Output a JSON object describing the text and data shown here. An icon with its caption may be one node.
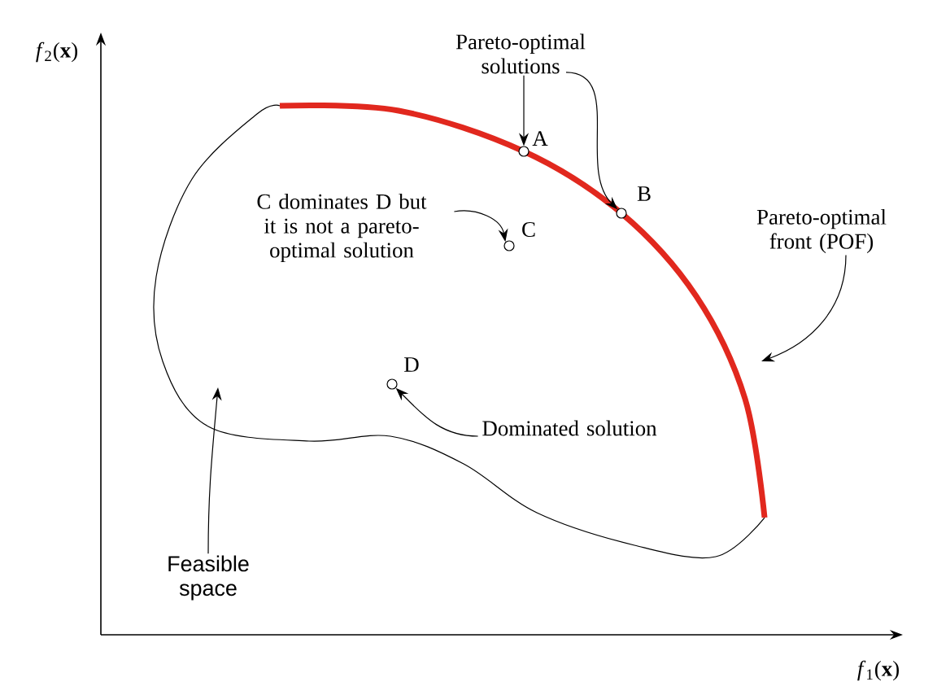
{
  "diagram": {
    "nodes": [
      {
        "text": [
          "Pareto-optimal solutions"
        ]
      },
      {
        "text": [],
        "shape": "circle",
        "beside": [
          "A"
        ]
      },
      {
        "text": [],
        "shape": "circle",
        "beside": [
          "B"
        ]
      },
      {
        "text": [
          "C dominates D but it is not a pareto-optimal solution"
        ]
      },
      {
        "text": [],
        "shape": "circle",
        "beside": [
          "C"
        ]
      },
      {
        "text": [],
        "shape": "circle",
        "beside": [
          "D"
        ]
      },
      {
        "text": [
          "Dominated solution"
        ]
      },
      {
        "text": [
          "Pareto-optimal front (POF)"
        ]
      },
      {
        "text": [
          "Feasible space"
        ]
      }
    ],
    "edges": [
      {
        "from": 0,
        "to": 1,
        "arrow": "to"
      },
      {
        "from": 0,
        "to": 2,
        "arrow": "to"
      },
      {
        "from": 3,
        "to": 4,
        "arrow": "to"
      },
      {
        "from": 6,
        "to": 5,
        "arrow": "to"
      },
      {
        "from": 7,
        "to": null,
        "arrow": "to"
      },
      {
        "from": 8,
        "to": null,
        "arrow": "to"
      }
    ],
    "labels": [
      "*f*$_{2}$(**x**)",
      "*f*$_{1}$(**x**)"
    ]
  }
}
